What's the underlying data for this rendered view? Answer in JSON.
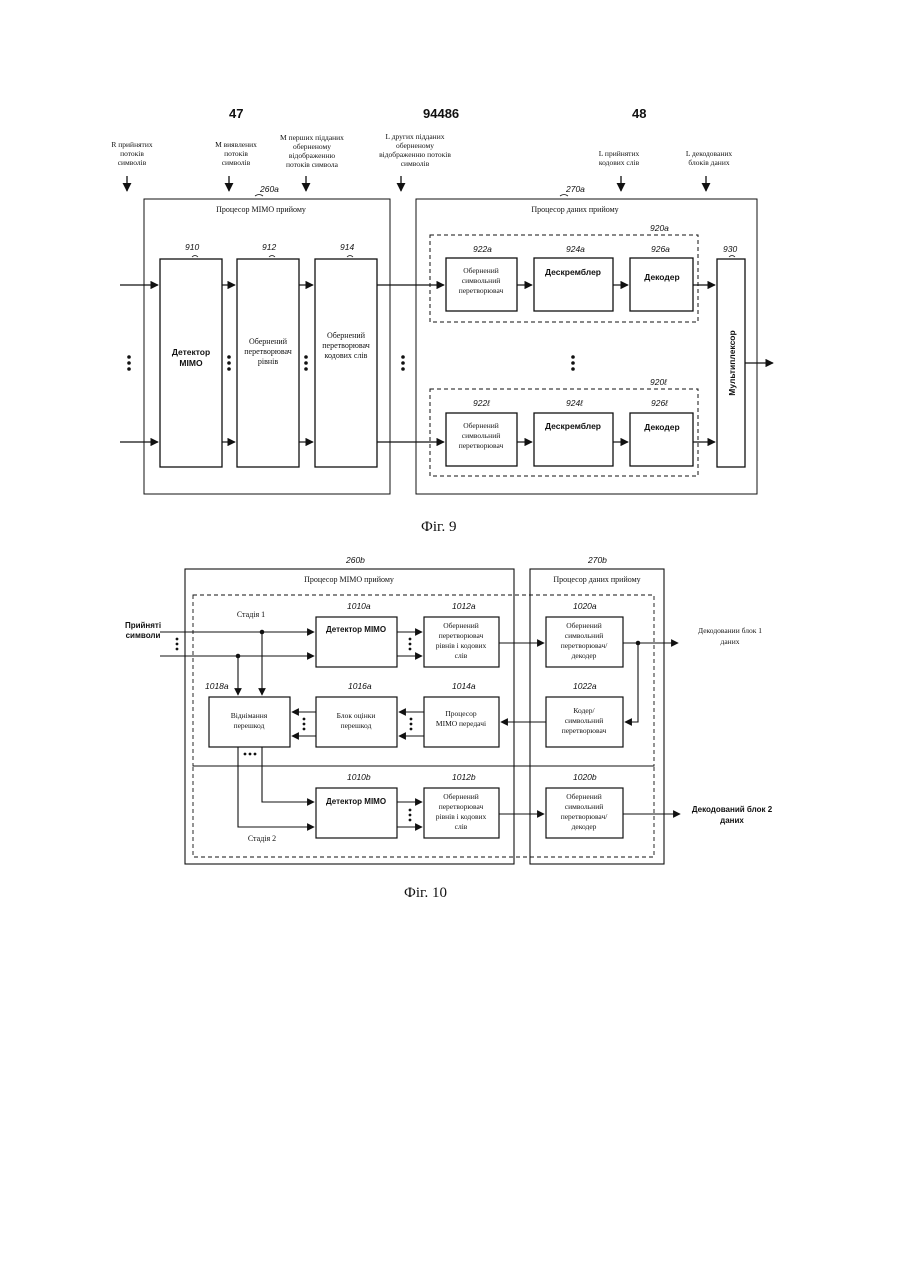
{
  "header": {
    "left_page": "47",
    "patent_number": "94486",
    "right_page": "48"
  },
  "fig9": {
    "caption": "Фіг. 9",
    "inputs": {
      "r_streams": [
        "R прийнятих",
        "потоків",
        "символів"
      ],
      "m_detected": [
        "M виявлених",
        "потоків",
        "символів"
      ],
      "m_first": [
        "M перших підданих",
        "оберненому",
        "відображенню",
        "потоків символа"
      ],
      "l_second": [
        "L других підданих",
        "оберненому",
        "відображенню потоків",
        "символів"
      ],
      "l_codewords": [
        "L прийнятих",
        "кодових слів"
      ],
      "l_decoded": [
        "L декодованих",
        "блоків даних"
      ]
    },
    "mimo_proc": {
      "ref": "260a",
      "title": "Процесор MIMO прийому"
    },
    "data_proc": {
      "ref": "270a",
      "title": "Процесор даних прийому"
    },
    "detector": {
      "ref": "910",
      "lines": [
        "Детектор",
        "MIMO"
      ]
    },
    "layer_inv": {
      "ref": "912",
      "lines": [
        "Обернений",
        "перетворювач",
        "рівнів"
      ]
    },
    "cw_inv": {
      "ref": "914",
      "lines": [
        "Обернений",
        "перетворювач",
        "кодових слів"
      ]
    },
    "groups": [
      {
        "ref": "920a",
        "sym_ref": "922a",
        "desc_ref": "924a",
        "dec_ref": "926a"
      },
      {
        "ref": "920ℓ",
        "sym_ref": "922ℓ",
        "desc_ref": "924ℓ",
        "dec_ref": "926ℓ"
      }
    ],
    "sym_inv": [
      "Обернений",
      "символьний",
      "перетворювач"
    ],
    "descrambler": "Дескремблер",
    "decoder": "Декодер",
    "mux": {
      "ref": "930",
      "label": "Мультиплексор"
    }
  },
  "fig10": {
    "caption": "Фіг. 10",
    "mimo_proc": {
      "ref": "260b",
      "title": "Процесор MIMO прийому"
    },
    "data_proc": {
      "ref": "270b",
      "title": "Процесор даних прийому"
    },
    "received": [
      "Прийняті",
      "символи"
    ],
    "stage1": "Стадія 1",
    "stage2": "Стадія 2",
    "detector_a": {
      "ref": "1010a",
      "label": "Детектор MIMO"
    },
    "detector_b": {
      "ref": "1010b",
      "label": "Детектор MIMO"
    },
    "inv_a": {
      "ref": "1012a",
      "lines": [
        "Обернений",
        "перетворювач",
        "рівнів і кодових",
        "слів"
      ]
    },
    "inv_b": {
      "ref": "1012b",
      "lines": [
        "Обернений",
        "перетворювач",
        "рівнів і кодових",
        "слів"
      ]
    },
    "tx_proc": {
      "ref": "1014a",
      "lines": [
        "Процесор",
        "MIMO передачі"
      ]
    },
    "estimator": {
      "ref": "1016a",
      "lines": [
        "Блок оцінки",
        "перешкод"
      ]
    },
    "subtract": {
      "ref": "1018a",
      "lines": [
        "Віднімання",
        "перешкод"
      ]
    },
    "sym_dec_a": {
      "ref": "1020a",
      "lines": [
        "Обернений",
        "символьний",
        "перетворювач/",
        "декодер"
      ]
    },
    "sym_dec_b": {
      "ref": "1020b",
      "lines": [
        "Обернений",
        "символьний",
        "перетворювач/",
        "декодер"
      ]
    },
    "coder": {
      "ref": "1022a",
      "lines": [
        "Кодер/",
        "символьний",
        "перетворювач"
      ]
    },
    "out1": [
      "Декодовании блок 1",
      "даних"
    ],
    "out2": [
      "Декодований блок 2",
      "даних"
    ]
  }
}
